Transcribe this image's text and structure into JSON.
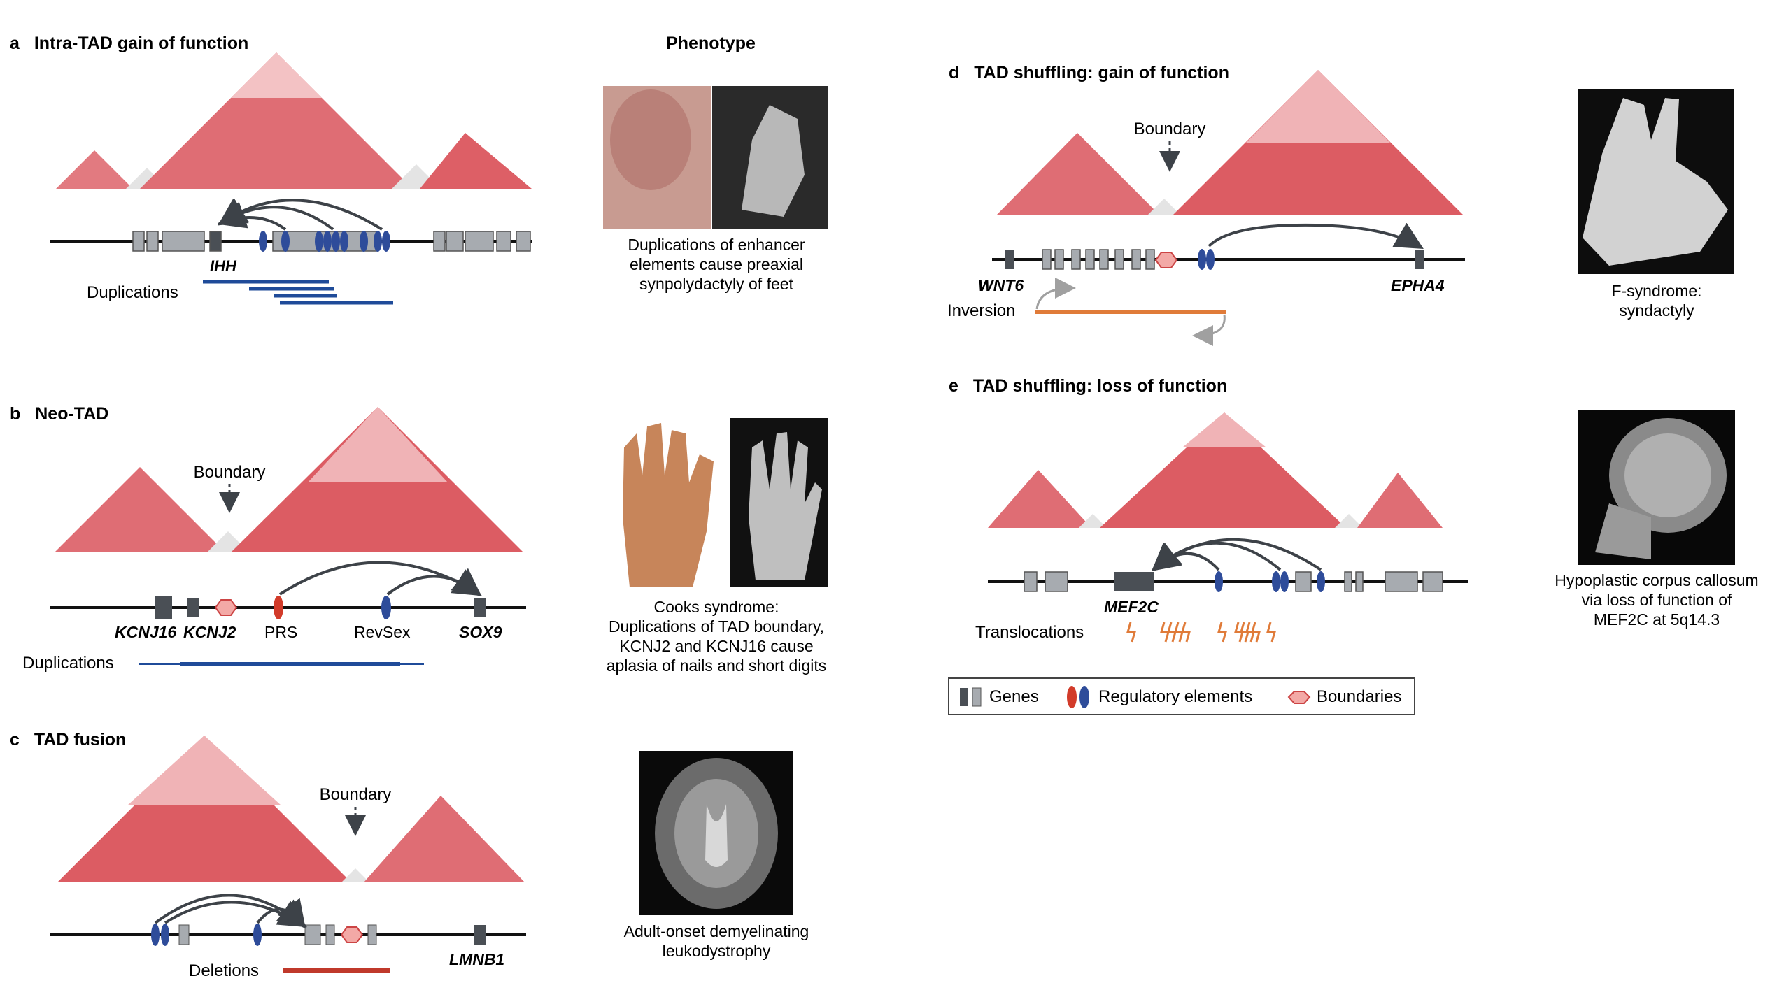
{
  "header": {
    "phenotype_title": "Phenotype"
  },
  "panels": {
    "a": {
      "letter": "a",
      "title": "Intra-TAD gain of function",
      "gene": "IHH",
      "track_label": "Duplications",
      "caption": [
        "Duplications of enhancer",
        "elements cause preaxial",
        "synpolydactyly of feet"
      ]
    },
    "b": {
      "letter": "b",
      "title": "Neo-TAD",
      "boundary": "Boundary",
      "genes": [
        "KCNJ16",
        "KCNJ2",
        "SOX9"
      ],
      "elements": [
        "PRS",
        "RevSex"
      ],
      "track_label": "Duplications",
      "caption": [
        "Cooks syndrome:",
        "Duplications of TAD boundary,",
        "KCNJ2 and KCNJ16 cause",
        "aplasia of nails and short digits"
      ]
    },
    "c": {
      "letter": "c",
      "title": "TAD fusion",
      "boundary": "Boundary",
      "gene": "LMNB1",
      "track_label": "Deletions",
      "caption": [
        "Adult-onset demyelinating",
        "leukodystrophy"
      ]
    },
    "d": {
      "letter": "d",
      "title": "TAD shuffling: gain of function",
      "boundary": "Boundary",
      "genes": [
        "WNT6",
        "EPHA4"
      ],
      "track_label": "Inversion",
      "caption": [
        "F-syndrome:",
        "syndactyly"
      ]
    },
    "e": {
      "letter": "e",
      "title": "TAD shuffling: loss of function",
      "gene": "MEF2C",
      "track_label": "Translocations",
      "caption": [
        "Hypoplastic corpus callosum",
        "via loss of function of",
        "MEF2C at 5q14.3"
      ]
    }
  },
  "legend": {
    "genes": "Genes",
    "regulatory": "Regulatory elements",
    "boundaries": "Boundaries"
  },
  "colors": {
    "tad_dark": "#d8474f",
    "tad_mid": "#e8888d",
    "tad_light": "#f5c6c8",
    "tad_gray": "#e2e2e2",
    "gene_dark": "#4a4f55",
    "gene_light": "#a7abb0",
    "reg_blue": "#2e4c9a",
    "reg_red": "#d23b2a",
    "boundary_pink": "#f3a9a6",
    "dup_blue": "#1f4b99",
    "deletion_red": "#c0392b",
    "inversion_orange": "#e07b39"
  }
}
